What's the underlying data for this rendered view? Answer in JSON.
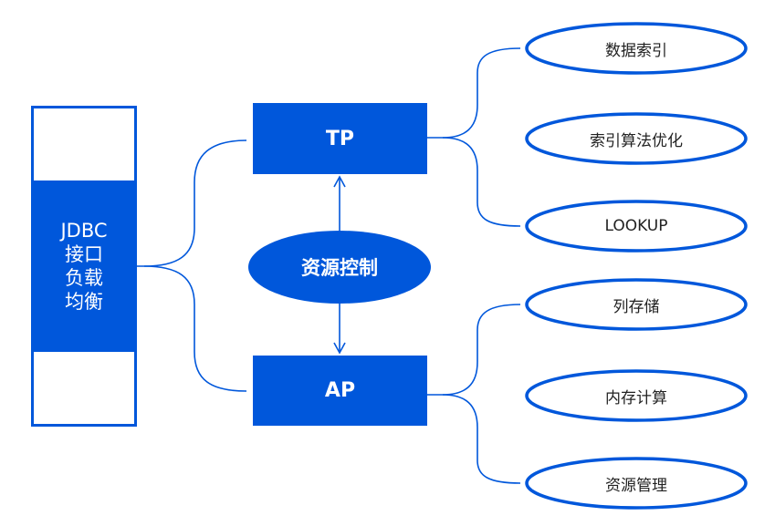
{
  "colors": {
    "primary": "#0057DB",
    "text_dark": "#222222",
    "background": "#ffffff"
  },
  "left_block": {
    "lines": [
      "JDBC",
      "接口",
      "负载",
      "均衡"
    ]
  },
  "tp": {
    "label": "TP"
  },
  "ap": {
    "label": "AP"
  },
  "resource_control": {
    "label": "资源控制"
  },
  "tp_features": [
    {
      "label": "数据索引"
    },
    {
      "label": "索引算法优化"
    },
    {
      "label": "LOOKUP"
    }
  ],
  "ap_features": [
    {
      "label": "列存储"
    },
    {
      "label": "内存计算"
    },
    {
      "label": "资源管理"
    }
  ]
}
